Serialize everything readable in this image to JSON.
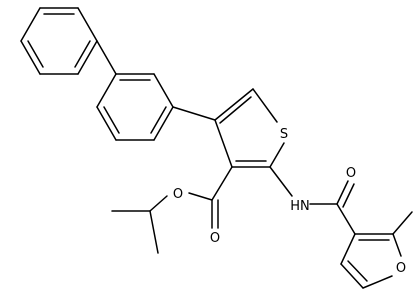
{
  "molecule": {
    "atoms": {
      "sulfur": "S",
      "ester_oxygen_single": "O",
      "ester_oxygen_carbonyl": "O",
      "amide_nitrogen": "HN",
      "amide_oxygen_carbonyl": "O",
      "furan_oxygen": "O"
    }
  },
  "colors": {
    "bond": "#000000",
    "label": "#000000",
    "background": "#ffffff"
  }
}
